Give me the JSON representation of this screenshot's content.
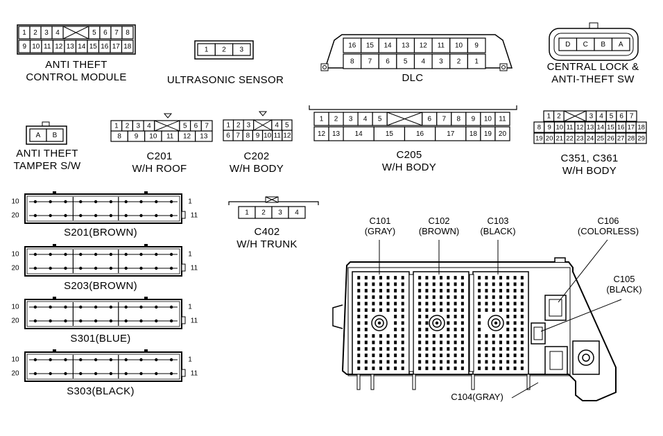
{
  "connectors": {
    "anti_theft_control_module": {
      "row1": [
        "1",
        "2",
        "3",
        "4",
        "",
        "5",
        "6",
        "7",
        "8"
      ],
      "row2": [
        "9",
        "10",
        "11",
        "12",
        "13",
        "14",
        "15",
        "16",
        "17",
        "18"
      ],
      "label_line1": "ANTI THEFT",
      "label_line2": "CONTROL MODULE"
    },
    "ultrasonic_sensor": {
      "pins": [
        "1",
        "2",
        "3"
      ],
      "label": "ULTRASONIC SENSOR"
    },
    "dlc": {
      "row1": [
        "16",
        "15",
        "14",
        "13",
        "12",
        "11",
        "10",
        "9"
      ],
      "row2": [
        "8",
        "7",
        "6",
        "5",
        "4",
        "3",
        "2",
        "1"
      ],
      "label": "DLC"
    },
    "central_lock": {
      "pins": [
        "D",
        "C",
        "B",
        "A"
      ],
      "label_line1": "CENTRAL LOCK &",
      "label_line2": "ANTI-THEFT SW"
    },
    "anti_theft_tamper": {
      "pins": [
        "A",
        "B"
      ],
      "label_line1": "ANTI THEFT",
      "label_line2": "TAMPER S/W"
    },
    "c201": {
      "row1": [
        "1",
        "2",
        "3",
        "4",
        "",
        "5",
        "6",
        "7"
      ],
      "row2": [
        "8",
        "9",
        "10",
        "11",
        "12",
        "13"
      ],
      "label_line1": "C201",
      "label_line2": "W/H ROOF"
    },
    "c202": {
      "row1": [
        "1",
        "2",
        "3",
        "",
        "4",
        "5"
      ],
      "row2": [
        "6",
        "7",
        "8",
        "9",
        "10",
        "11",
        "12"
      ],
      "label_line1": "C202",
      "label_line2": "W/H BODY"
    },
    "c205": {
      "row1": [
        "1",
        "2",
        "3",
        "4",
        "5",
        "",
        "6",
        "7",
        "8",
        "9",
        "10",
        "11"
      ],
      "row2": [
        "12",
        "13",
        "14",
        "15",
        "16",
        "17",
        "18",
        "19",
        "20"
      ],
      "label_line1": "C205",
      "label_line2": "W/H BODY"
    },
    "c351": {
      "row1": [
        "1",
        "2",
        "",
        "3",
        "4",
        "5",
        "6",
        "7"
      ],
      "row2": [
        "8",
        "9",
        "10",
        "11",
        "12",
        "13",
        "14",
        "15",
        "16",
        "17",
        "18"
      ],
      "row3": [
        "19",
        "20",
        "21",
        "22",
        "23",
        "24",
        "25",
        "26",
        "27",
        "28",
        "29"
      ],
      "label_line1": "C351, C361",
      "label_line2": "W/H BODY"
    },
    "c402": {
      "pins": [
        "1",
        "2",
        "3",
        "4"
      ],
      "label_line1": "C402",
      "label_line2": "W/H TRUNK"
    }
  },
  "splices": [
    {
      "label": "S201(BROWN)",
      "left_top": "10",
      "left_bottom": "20",
      "right_top": "1",
      "right_bottom": "11"
    },
    {
      "label": "S203(BROWN)",
      "left_top": "10",
      "left_bottom": "20",
      "right_top": "1",
      "right_bottom": "11"
    },
    {
      "label": "S301(BLUE)",
      "left_top": "10",
      "left_bottom": "20",
      "right_top": "1",
      "right_bottom": "11"
    },
    {
      "label": "S303(BLACK)",
      "left_top": "10",
      "left_bottom": "20",
      "right_top": "1",
      "right_bottom": "11"
    }
  ],
  "fuse_box": {
    "c101_line1": "C101",
    "c101_line2": "(GRAY)",
    "c102_line1": "C102",
    "c102_line2": "(BROWN)",
    "c103_line1": "C103",
    "c103_line2": "(BLACK)",
    "c106_line1": "C106",
    "c106_line2": "(COLORLESS)",
    "c105_line1": "C105",
    "c105_line2": "(BLACK)",
    "c104": "C104(GRAY)"
  }
}
